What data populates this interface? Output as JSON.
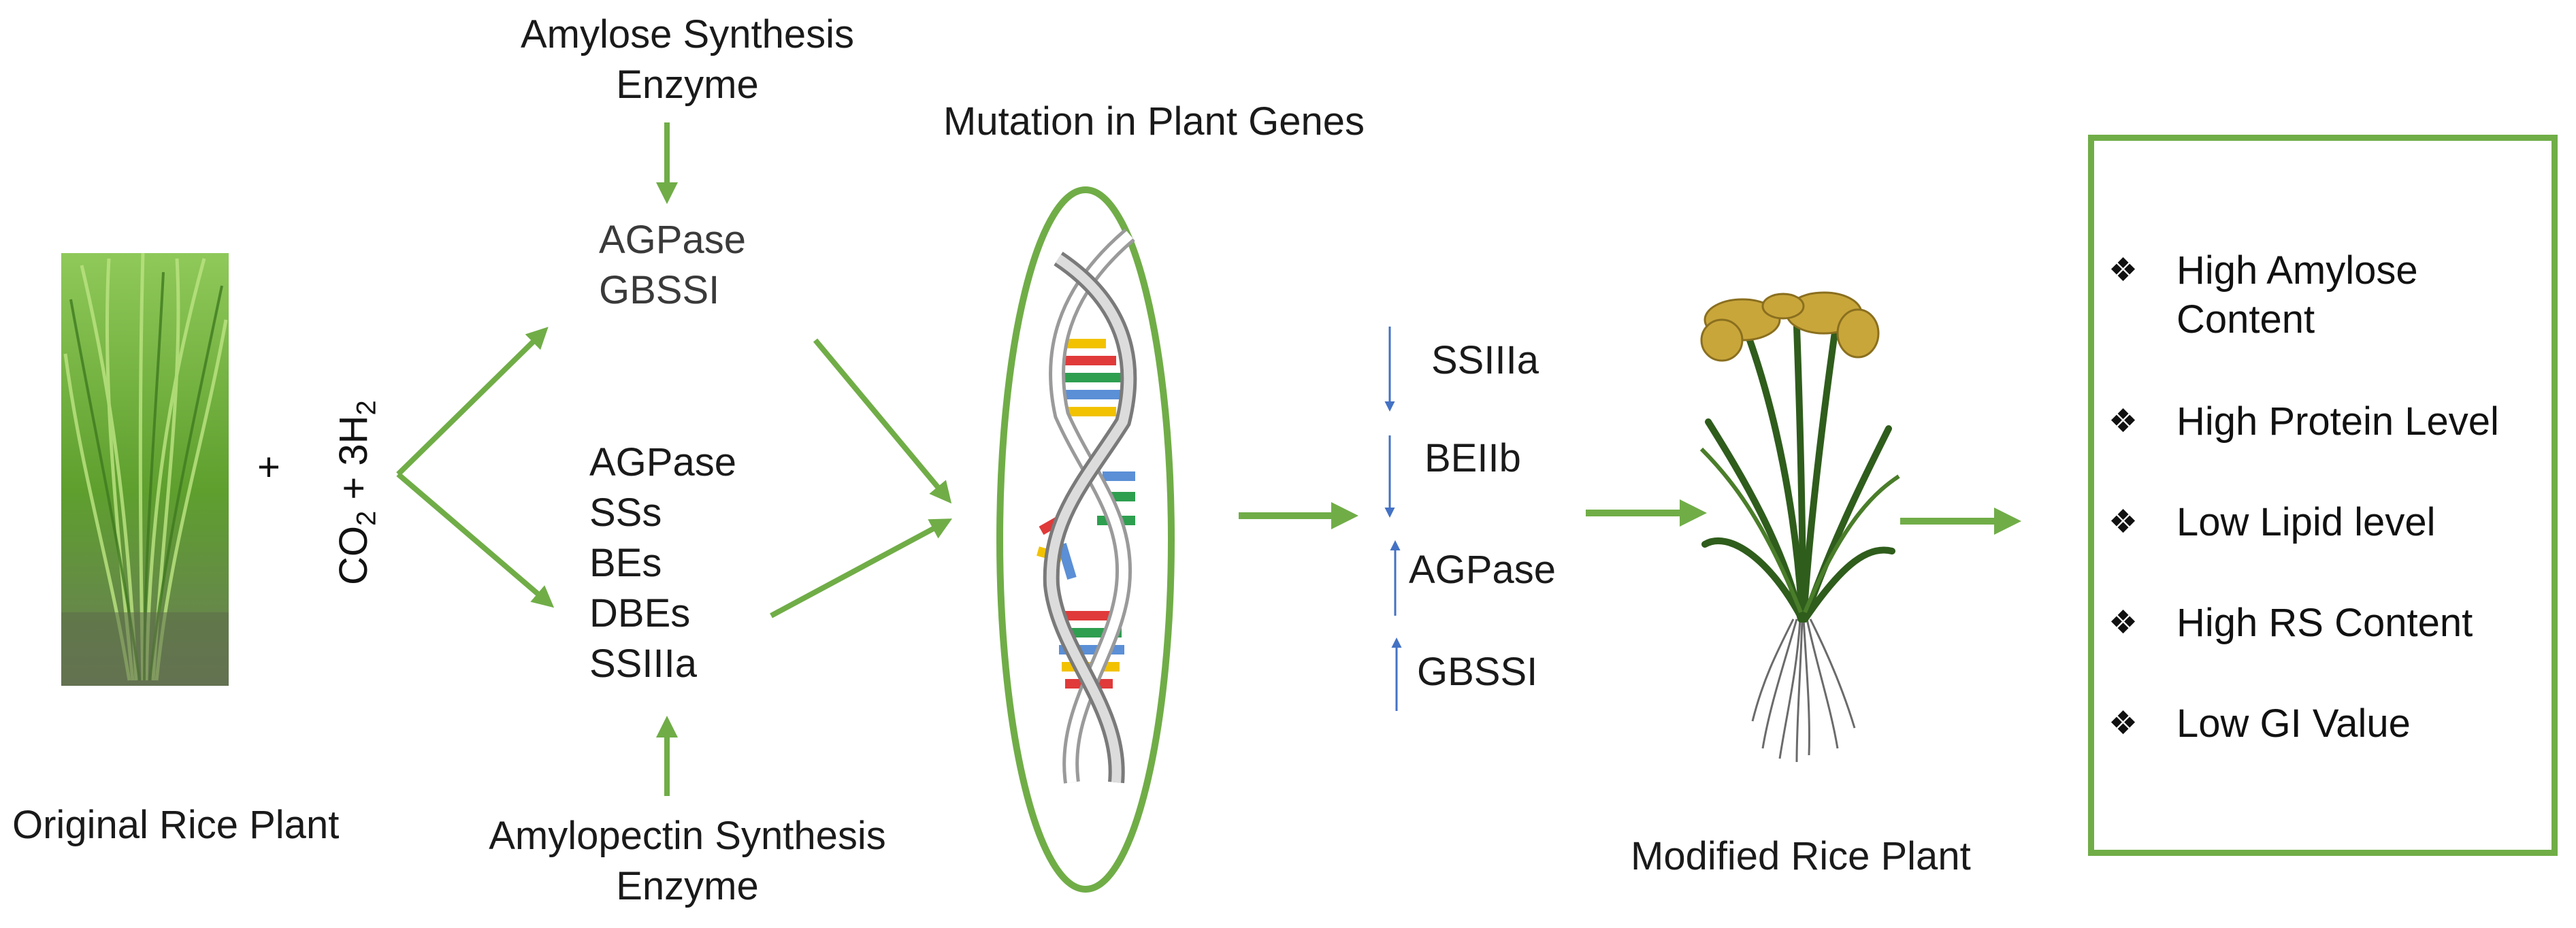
{
  "labels": {
    "original_plant": "Original Rice Plant",
    "plus": "+",
    "co2_prefix": "CO",
    "co2_sub": "2",
    "co2_mid": " + 3H",
    "h2_sub": "2",
    "amylose_title_1": "Amylose Synthesis",
    "amylose_title_2": "Enzyme",
    "amylose_enzymes": [
      "AGPase",
      "GBSSI"
    ],
    "amylopectin_enzymes": [
      "AGPase",
      "SSs",
      "BEs",
      "DBEs",
      "SSIIIa"
    ],
    "amylopectin_title_1": "Amylopectin Synthesis",
    "amylopectin_title_2": "Enzyme",
    "mutation_title": "Mutation in Plant Genes",
    "mutation_genes": [
      {
        "name": "SSIIIa",
        "direction": "down"
      },
      {
        "name": "BEIIb",
        "direction": "down"
      },
      {
        "name": "AGPase",
        "direction": "up"
      },
      {
        "name": "GBSSI",
        "direction": "up"
      }
    ],
    "modified_plant": "Modified Rice Plant",
    "properties_bullet": "❖",
    "properties": [
      [
        "High Amylose",
        "Content"
      ],
      [
        "High Protein Level"
      ],
      [
        "Low Lipid level"
      ],
      [
        "High RS Content"
      ],
      [
        "Low GI Value"
      ]
    ]
  },
  "colors": {
    "arrow_green": "#70ad47",
    "gene_arrow_blue": "#4472c4",
    "text": "#1a1a1a"
  },
  "icons": [
    "rice-plant-photo",
    "dna-double-helix-icon",
    "rice-plant-illustration",
    "diamond-bullet-icon"
  ]
}
